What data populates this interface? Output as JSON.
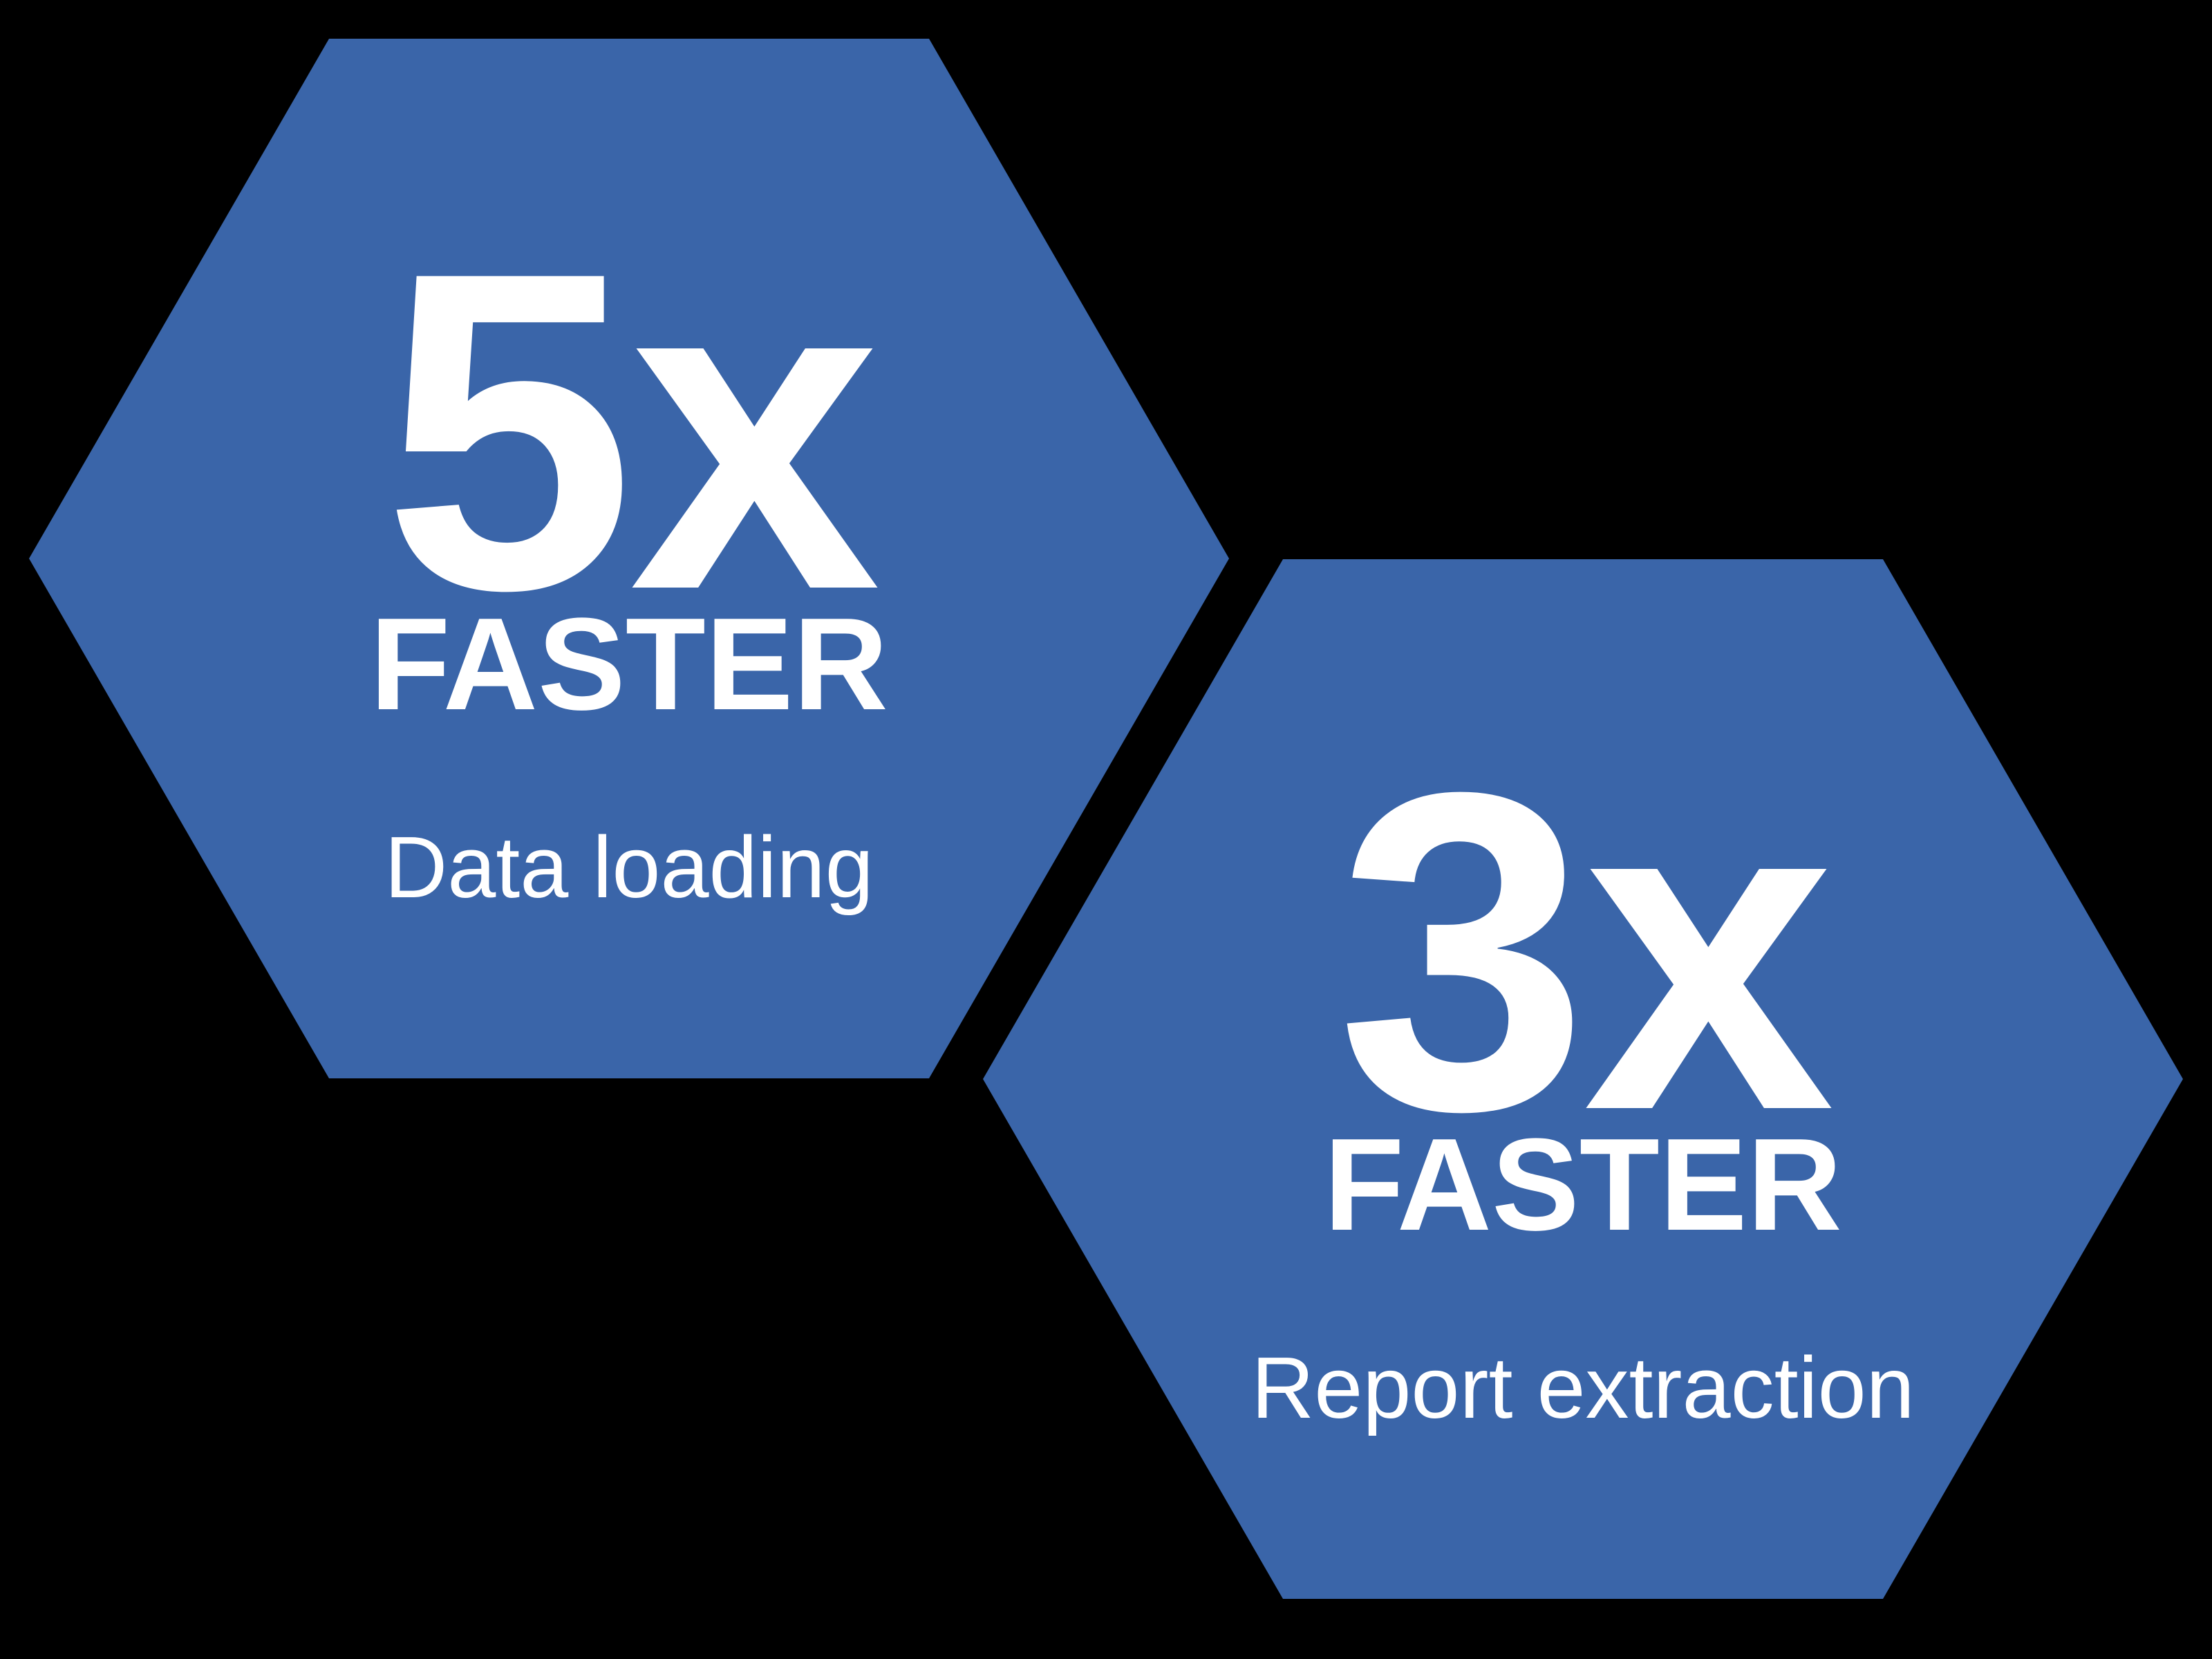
{
  "colors": {
    "background": "#000000",
    "hexagon": "#3A65A9",
    "text": "#FFFFFF"
  },
  "badges": [
    {
      "multiplier": "5x",
      "label": "FASTER",
      "metric": "Data loading"
    },
    {
      "multiplier": "3x",
      "label": "FASTER",
      "metric": "Report extraction"
    }
  ]
}
